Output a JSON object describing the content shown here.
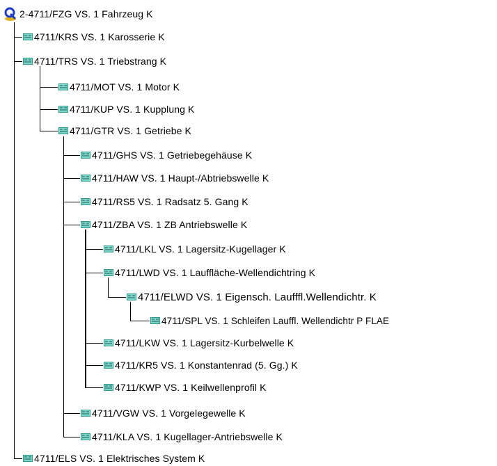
{
  "window": {
    "title": "Strukturbaum"
  },
  "icons": {
    "root": "q-query-icon",
    "node": "part-structure-icon"
  },
  "colors": {
    "root_q": "#1e3cc8",
    "root_base": "#e0b020",
    "node_icon": "#2d9a8a",
    "line": "#000000"
  },
  "tree": {
    "root": {
      "label": "2-4711/FZG  VS. 1  Fahrzeug  K"
    },
    "nodes": [
      {
        "label": "4711/KRS  VS. 1  Karosserie  K"
      },
      {
        "label": "4711/TRS  VS. 1  Triebstrang  K"
      },
      {
        "label": "4711/MOT  VS. 1  Motor  K"
      },
      {
        "label": "4711/KUP  VS. 1  Kupplung  K"
      },
      {
        "label": "4711/GTR  VS. 1  Getriebe  K"
      },
      {
        "label": "4711/GHS  VS. 1  Getriebegehäuse  K"
      },
      {
        "label": "4711/HAW  VS. 1  Haupt-/Abtriebswelle  K"
      },
      {
        "label": "4711/RS5  VS. 1  Radsatz 5. Gang  K"
      },
      {
        "label": "4711/ZBA  VS. 1  ZB Antriebswelle  K"
      },
      {
        "label": "4711/LKL  VS. 1  Lagersitz-Kugellager  K"
      },
      {
        "label": "4711/LWD  VS. 1  Lauffläche-Wellendichtring  K"
      },
      {
        "label": "4711/ELWD  VS. 1  Eigensch. Laufffl.Wellendichtr.  K"
      },
      {
        "label": "4711/SPL  VS. 1  Schleifen Lauffl. Wellendichtr  P  FLAE"
      },
      {
        "label": "4711/LKW  VS. 1  Lagersitz-Kurbelwelle  K"
      },
      {
        "label": "4711/KR5  VS. 1  Konstantenrad (5. Gg.)  K"
      },
      {
        "label": "4711/KWP  VS. 1  Keilwellenprofil  K"
      },
      {
        "label": "4711/VGW  VS. 1  Vorgelegewelle  K"
      },
      {
        "label": "4711/KLA  VS. 1  Kugellager-Antriebswelle  K"
      },
      {
        "label": "4711/ELS  VS. 1  Elektrisches System  K"
      }
    ]
  }
}
